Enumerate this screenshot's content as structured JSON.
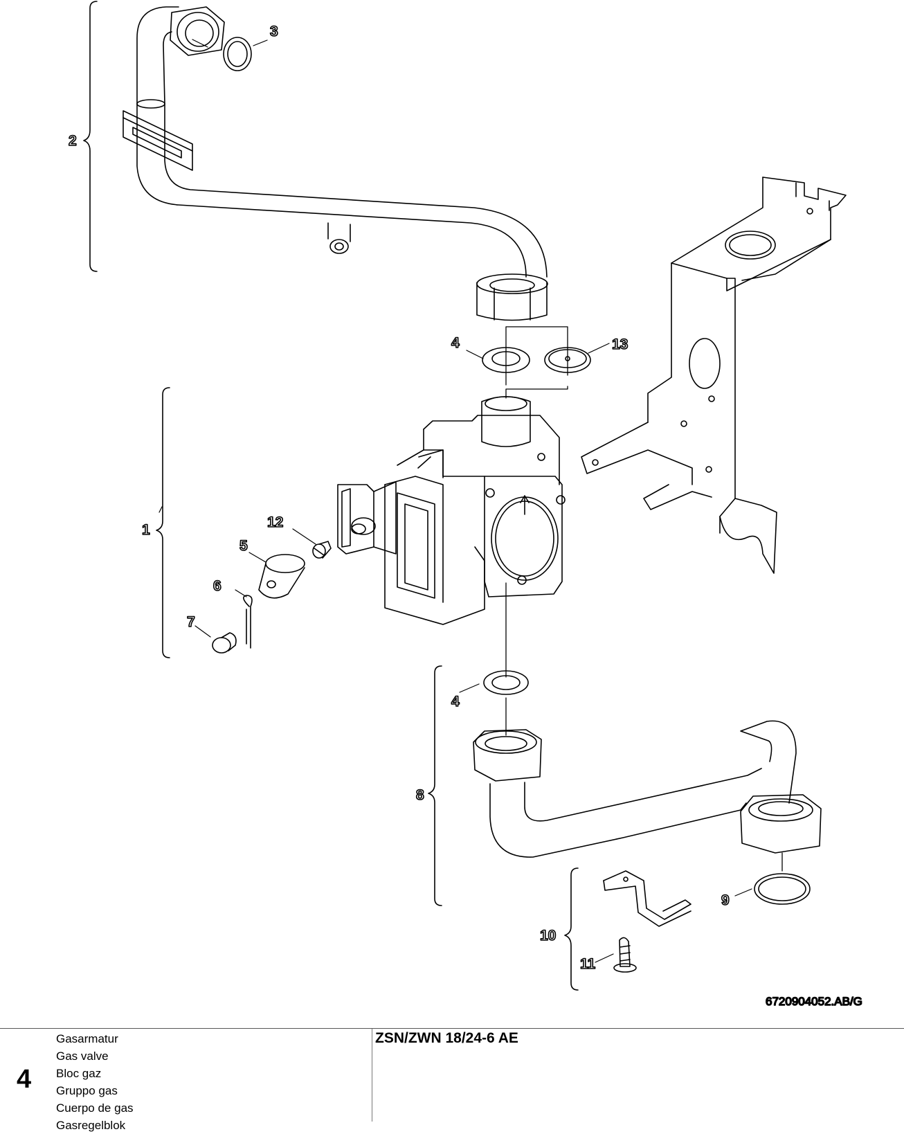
{
  "callouts": [
    "1",
    "2",
    "3",
    "4",
    "4",
    "5",
    "6",
    "7",
    "8",
    "9",
    "10",
    "11",
    "12",
    "13"
  ],
  "drawing_code": "6720904052.AB/G",
  "footer": {
    "page_number": "4",
    "titles": [
      "Gasarmatur",
      "Gas valve",
      "Bloc gaz",
      "Gruppo gas",
      "Cuerpo de gas",
      "Gasregelblok"
    ],
    "model": "ZSN/ZWN 18/24-6 AE"
  }
}
